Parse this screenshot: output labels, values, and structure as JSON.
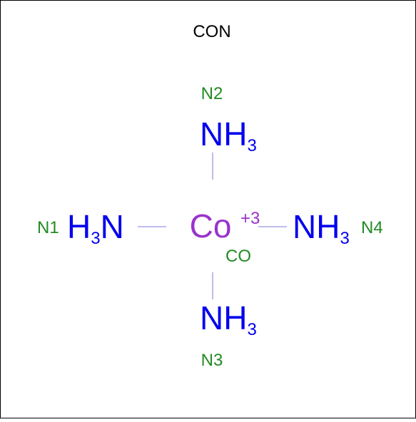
{
  "title": "CON",
  "colors": {
    "metal": "#9933CC",
    "ligand": "#0000EE",
    "atom_label": "#228B22",
    "bond": "#A9A9E6",
    "frame": "#000000",
    "title": "#000000"
  },
  "metal": {
    "symbol": "Co",
    "charge": "+3",
    "label": "CO"
  },
  "ligands": [
    {
      "id": "top",
      "element": "NH",
      "subscript": "3",
      "label": "N2"
    },
    {
      "id": "left",
      "element_pre": "H",
      "subscript": "3",
      "element_post": "N",
      "label": "N1"
    },
    {
      "id": "right",
      "element": "NH",
      "subscript": "3",
      "label": "N4"
    },
    {
      "id": "bottom",
      "element": "NH",
      "subscript": "3",
      "label": "N3"
    }
  ]
}
